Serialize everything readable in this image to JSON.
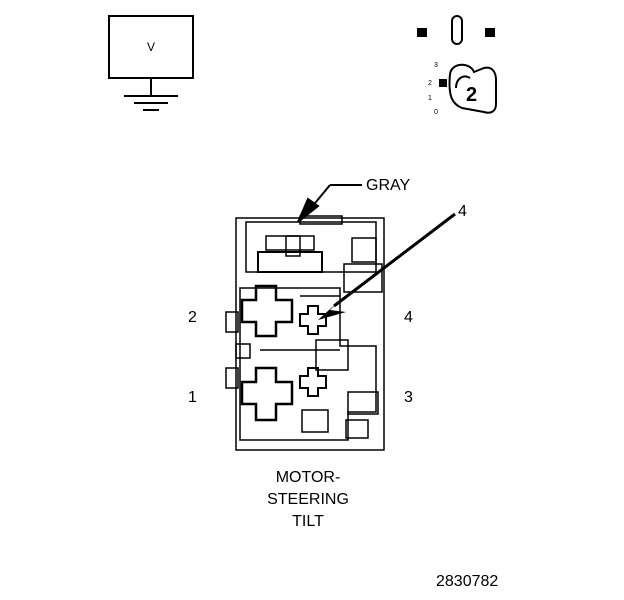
{
  "meter": {
    "label": "V"
  },
  "ignition_key": {
    "value": "2",
    "positions": [
      "3",
      "2",
      "1",
      "0"
    ]
  },
  "connector": {
    "wire_color_label": "GRAY",
    "callout_number": "4",
    "pin_labels": {
      "left_top": "2",
      "left_bottom": "1",
      "right_top": "4",
      "right_bottom": "3"
    },
    "title_lines": [
      "MOTOR-",
      "STEERING",
      "TILT"
    ]
  },
  "figure_number": "2830782"
}
